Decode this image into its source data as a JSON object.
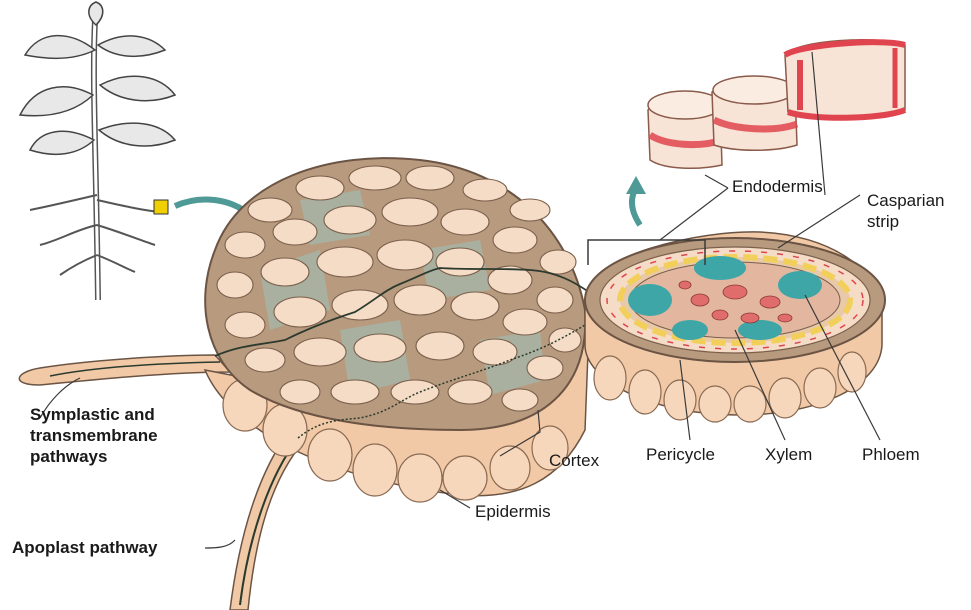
{
  "labels": {
    "symplastic_line1": "Symplastic and",
    "symplastic_line2": "transmembrane",
    "symplastic_line3": "pathways",
    "apoplast": "Apoplast pathway",
    "cortex": "Cortex",
    "epidermis": "Epidermis",
    "endodermis": "Endodermis",
    "casparian_line1": "Casparian",
    "casparian_line2": "strip",
    "pericycle": "Pericycle",
    "xylem": "Xylem",
    "phloem": "Phloem"
  },
  "colors": {
    "cell_fill": "#f5dcc6",
    "cell_wall": "#b89a7e",
    "cell_outline": "#6b5444",
    "intercellular": "#a9b0a0",
    "epidermis_fill": "#f1c9a6",
    "casparian_strip": "#e0454f",
    "phloem_teal": "#3ea6a6",
    "pericycle_yellow": "#f2cf5a",
    "arrow_teal": "#4f9a96",
    "pathway_dark": "#2b3a2e",
    "zoom_box": "#f0d000"
  },
  "icons": {
    "plant": "plant-sketch-icon",
    "zoom_arrow": "curved-arrow-icon"
  }
}
